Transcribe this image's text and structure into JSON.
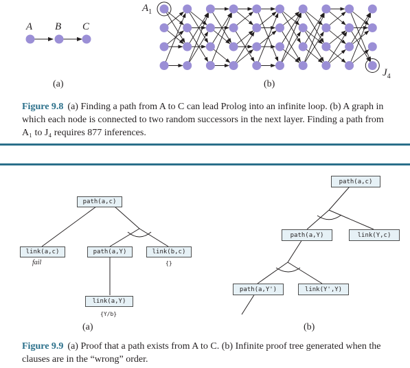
{
  "figure98": {
    "simple": {
      "node_a": "A",
      "node_b": "B",
      "node_c": "C",
      "panel": "(a)"
    },
    "graph": {
      "start_label": "A",
      "start_sub": "1",
      "end_label": "J",
      "end_sub": "4",
      "panel": "(b)",
      "columns": 10,
      "rows": 4
    },
    "caption": {
      "figure_label": "Figure 9.8",
      "text": "(a) Finding a path from A to C can lead Prolog into an infinite loop. (b) A graph in which each node is connected to two random successors in the next layer. Finding a path from A₁ to J₄ requires 877 inferences."
    }
  },
  "figure99": {
    "left": {
      "root": "path(a,c)",
      "child1": "link(a,c)",
      "child1_note": "fail",
      "child2": "path(a,Y)",
      "child3": "link(b,c)",
      "child3_note": "{}",
      "grandchild": "link(a,Y)",
      "grandchild_note": "{Y/b}",
      "panel": "(a)"
    },
    "right": {
      "root": "path(a,c)",
      "child1": "path(a,Y)",
      "child2": "link(Y,c)",
      "grandchild1": "path(a,Y')",
      "grandchild2": "link(Y',Y)",
      "panel": "(b)"
    },
    "caption": {
      "figure_label": "Figure 9.9",
      "text": "(a) Proof that a path exists from A to C. (b) Infinite proof tree generated when the clauses are in the “wrong” order."
    }
  },
  "colors": {
    "node": "#9b8fd6",
    "accent": "#2a6f8a",
    "box_fill": "#e6f1f6"
  }
}
